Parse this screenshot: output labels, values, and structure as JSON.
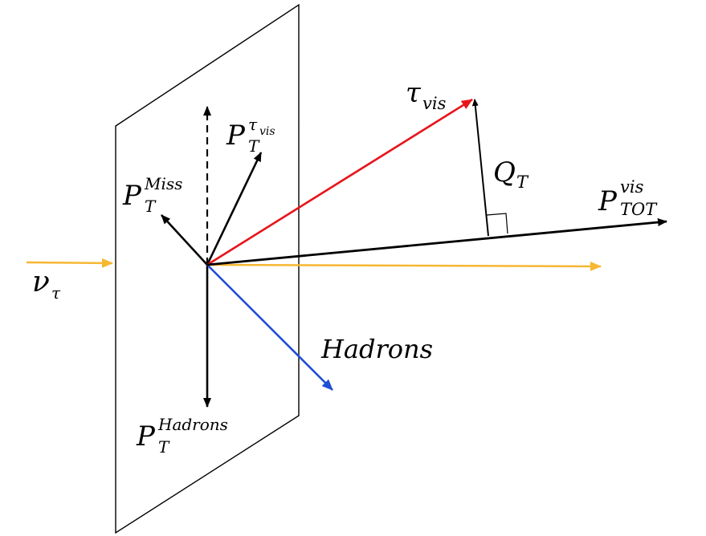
{
  "labels": {
    "nu": {
      "main": "ν",
      "sub": "τ"
    },
    "tau_vis": {
      "main": "τ",
      "sub": "vis"
    },
    "q_t": {
      "main": "Q",
      "sub": "T"
    },
    "p_tot_vis": {
      "main": "P",
      "sup": "vis",
      "sub": "TOT"
    },
    "hadrons": "Hadrons",
    "pt_miss": {
      "main": "P",
      "sup": "Miss",
      "sub": "T"
    },
    "pt_tau_vis": {
      "main": "P",
      "sup_main": "τ",
      "sup_sub": "vis",
      "sub": "T"
    },
    "pt_hadrons": {
      "main": "P",
      "sup": "Hadrons",
      "sub": "T"
    }
  },
  "colors": {
    "neutrino": "#f7b733",
    "tau_vis": "#e8141b",
    "hadrons": "#1f4fd6",
    "black": "#000000"
  }
}
